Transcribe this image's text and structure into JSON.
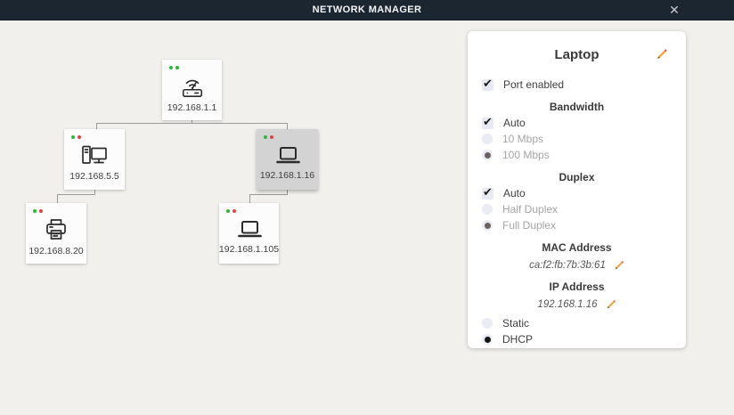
{
  "titlebar": {
    "title": "NETWORK MANAGER",
    "close_label": "✕"
  },
  "colors": {
    "titlebar_bg": "#1c2631",
    "page_bg": "#f2f0ed",
    "selected_node_bg": "#d3d3d3",
    "status_green": "#2eb53b",
    "status_red": "#e04343",
    "pencil_accent": "#f2a33c"
  },
  "tree": {
    "nodes": [
      {
        "label": "192.168.1.1",
        "type": "router",
        "dots": [
          "green",
          "green"
        ],
        "selected": false
      },
      {
        "label": "192.168.5.5",
        "type": "desktop",
        "dots": [
          "green",
          "red"
        ],
        "selected": false
      },
      {
        "label": "192.168.1.16",
        "type": "laptop",
        "dots": [
          "green",
          "red"
        ],
        "selected": true
      },
      {
        "label": "192.168.8.20",
        "type": "printer",
        "dots": [
          "green",
          "red"
        ],
        "selected": false
      },
      {
        "label": "192.168.1.105",
        "type": "laptop",
        "dots": [
          "green",
          "red"
        ],
        "selected": false
      }
    ]
  },
  "panel": {
    "title": "Laptop",
    "port_enabled": {
      "label": "Port enabled",
      "control": "checkbox",
      "checked": true,
      "disabled": false
    },
    "bandwidth": {
      "header": "Bandwidth",
      "options": [
        {
          "label": "Auto",
          "control": "checkbox",
          "checked": true,
          "disabled": false
        },
        {
          "label": "10 Mbps",
          "control": "radio",
          "checked": false,
          "disabled": true
        },
        {
          "label": "100 Mbps",
          "control": "radio",
          "checked": true,
          "disabled": true
        }
      ]
    },
    "duplex": {
      "header": "Duplex",
      "options": [
        {
          "label": "Auto",
          "control": "checkbox",
          "checked": true,
          "disabled": false
        },
        {
          "label": "Half Duplex",
          "control": "radio",
          "checked": false,
          "disabled": true
        },
        {
          "label": "Full Duplex",
          "control": "radio",
          "checked": true,
          "disabled": true
        }
      ]
    },
    "mac_address": {
      "header": "MAC Address",
      "value": "ca:f2:fb:7b:3b:61"
    },
    "ip_address": {
      "header": "IP Address",
      "value": "192.168.1.16"
    },
    "ip_mode": {
      "options": [
        {
          "label": "Static",
          "control": "radio",
          "checked": false,
          "disabled": false
        },
        {
          "label": "DHCP",
          "control": "radio",
          "checked": true,
          "disabled": false
        }
      ]
    }
  }
}
